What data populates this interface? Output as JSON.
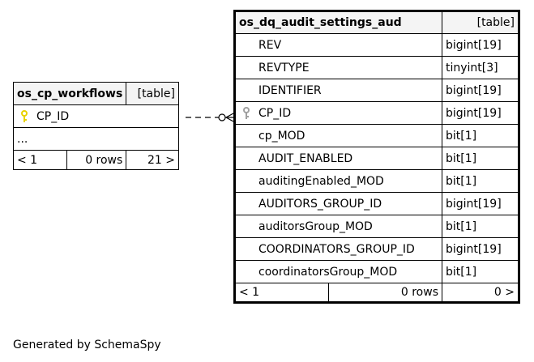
{
  "left_table": {
    "name": "os_cp_workflows",
    "kind": "[table]",
    "columns": [
      {
        "name": "CP_ID",
        "key_icon": "primary-key-icon"
      }
    ],
    "ellipsis": "...",
    "footer": {
      "parents": "< 1",
      "rows": "0 rows",
      "children": "21 >"
    }
  },
  "right_table": {
    "name": "os_dq_audit_settings_aud",
    "kind": "[table]",
    "columns": [
      {
        "name": "REV",
        "type": "bigint[19]"
      },
      {
        "name": "REVTYPE",
        "type": "tinyint[3]"
      },
      {
        "name": "IDENTIFIER",
        "type": "bigint[19]"
      },
      {
        "name": "CP_ID",
        "type": "bigint[19]",
        "key_icon": "foreign-key-icon"
      },
      {
        "name": "cp_MOD",
        "type": "bit[1]"
      },
      {
        "name": "AUDIT_ENABLED",
        "type": "bit[1]"
      },
      {
        "name": "auditingEnabled_MOD",
        "type": "bit[1]"
      },
      {
        "name": "AUDITORS_GROUP_ID",
        "type": "bigint[19]"
      },
      {
        "name": "auditorsGroup_MOD",
        "type": "bit[1]"
      },
      {
        "name": "COORDINATORS_GROUP_ID",
        "type": "bigint[19]"
      },
      {
        "name": "coordinatorsGroup_MOD",
        "type": "bit[1]"
      }
    ],
    "footer": {
      "parents": "< 1",
      "rows": "0 rows",
      "children": "0 >"
    }
  },
  "relationship": {
    "from": "os_cp_workflows.CP_ID",
    "to": "os_dq_audit_settings_aud.CP_ID",
    "style": "dashed",
    "cardinality": "zero-or-many"
  },
  "generated_by": "Generated by SchemaSpy",
  "colors": {
    "primary_key": "#e8d200",
    "foreign_key": "#a0a0a0",
    "header_bg": "#f4f4f4"
  }
}
